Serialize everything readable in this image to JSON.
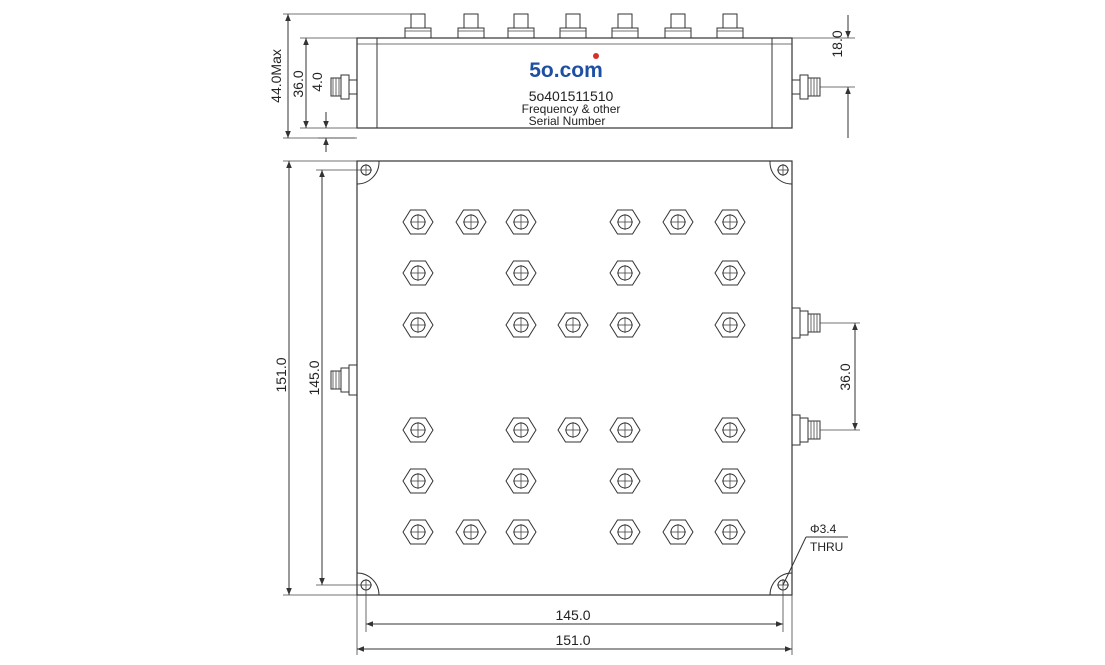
{
  "label": {
    "brand": "5o.com",
    "brand_accent": "#d6302a",
    "brand_color": "#1d4fa3",
    "model": "5o401511510",
    "line2": "Frequency & other",
    "line3": "Serial Number"
  },
  "dims": {
    "height_max": "44.0Max",
    "height_36": "36.0",
    "height_4": "4.0",
    "side_18": "18.0",
    "width_151_v": "151.0",
    "width_145_v": "145.0",
    "port_spacing": "36.0",
    "hole_dia": "Φ3.4",
    "hole_thru": "THRU",
    "width_145_h": "145.0",
    "width_151_h": "151.0"
  },
  "tuning_screws": [
    [
      1,
      1,
      1,
      0,
      1,
      1,
      1
    ],
    [
      1,
      0,
      1,
      0,
      1,
      0,
      1
    ],
    [
      1,
      0,
      1,
      1,
      1,
      0,
      1
    ],
    [
      0,
      0,
      0,
      0,
      0,
      0,
      0
    ],
    [
      1,
      0,
      1,
      1,
      1,
      0,
      1
    ],
    [
      1,
      0,
      1,
      0,
      1,
      0,
      1
    ],
    [
      1,
      1,
      1,
      0,
      1,
      1,
      1
    ]
  ]
}
